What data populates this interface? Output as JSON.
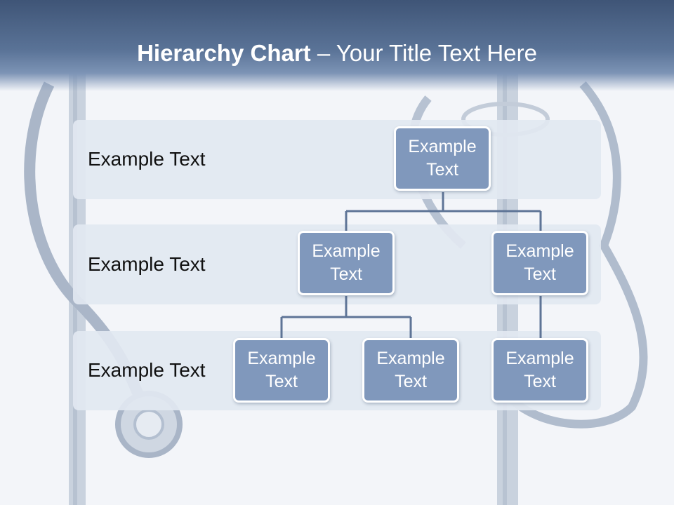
{
  "title": {
    "bold": "Hierarchy Chart",
    "rest": " – Your Title Text Here"
  },
  "levels": [
    {
      "label": "Example Text"
    },
    {
      "label": "Example Text"
    },
    {
      "label": "Example Text"
    }
  ],
  "nodes": {
    "root": "Example Text",
    "level2_left": "Example Text",
    "level2_right": "Example Text",
    "level3_a": "Example Text",
    "level3_b": "Example Text",
    "level3_c": "Example Text"
  },
  "colors": {
    "title_bar": "#4d6589",
    "node_fill": "#8098bc",
    "band_fill": "#e2e8f1",
    "connector": "#5e7496"
  }
}
